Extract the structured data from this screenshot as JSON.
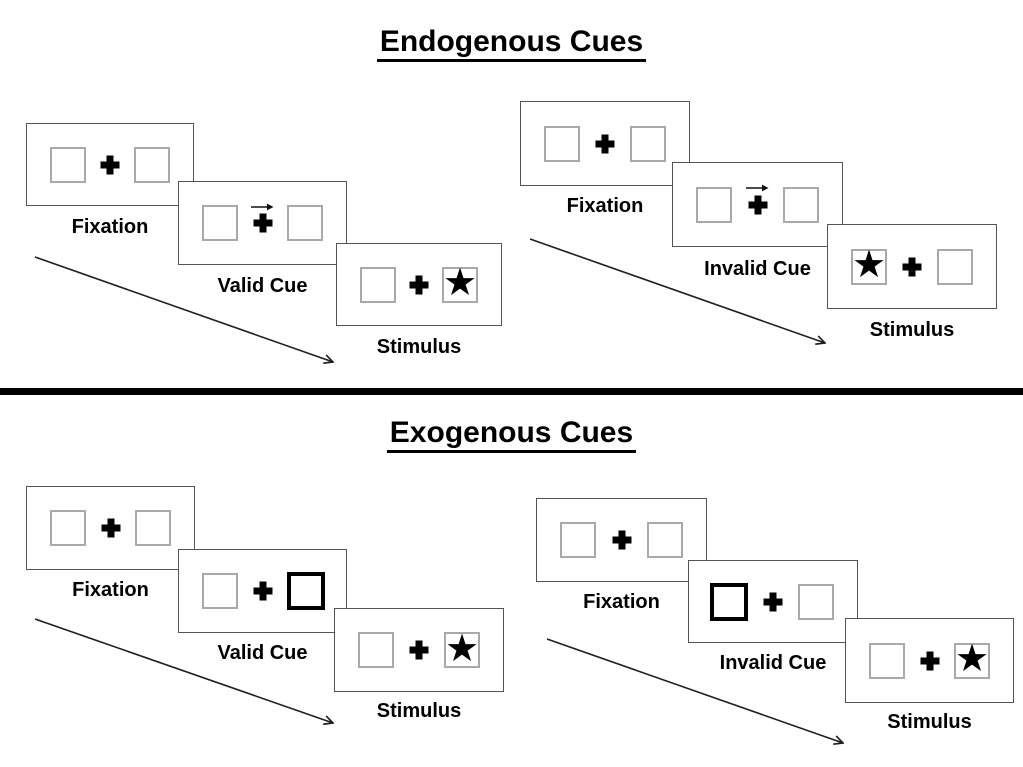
{
  "colors": {
    "background": "#ffffff",
    "text": "#000000",
    "divider": "#000000",
    "panel_border": "#545454",
    "square_border": "#a9a9a9",
    "highlight": "#000000",
    "arrow": "#1f1f1f"
  },
  "glyphs": {
    "star": "★"
  },
  "sections": [
    {
      "title": "Endogenous Cues",
      "sequences": [
        {
          "steps": [
            {
              "label": "Fixation",
              "left_box": "empty",
              "right_box": "empty",
              "center": "fixation-cross"
            },
            {
              "label": "Valid Cue",
              "left_box": "empty",
              "right_box": "empty",
              "center": "fixation-cross",
              "cue": "right-arrow"
            },
            {
              "label": "Stimulus",
              "left_box": "empty",
              "right_box": "star",
              "center": "fixation-cross"
            }
          ]
        },
        {
          "steps": [
            {
              "label": "Fixation",
              "left_box": "empty",
              "right_box": "empty",
              "center": "fixation-cross"
            },
            {
              "label": "Invalid Cue",
              "left_box": "empty",
              "right_box": "empty",
              "center": "fixation-cross",
              "cue": "right-arrow"
            },
            {
              "label": "Stimulus",
              "left_box": "star",
              "right_box": "empty",
              "center": "fixation-cross"
            }
          ]
        }
      ]
    },
    {
      "title": "Exogenous Cues",
      "sequences": [
        {
          "steps": [
            {
              "label": "Fixation",
              "left_box": "empty",
              "right_box": "empty",
              "center": "fixation-cross"
            },
            {
              "label": "Valid Cue",
              "left_box": "empty",
              "right_box": "highlighted",
              "center": "fixation-cross"
            },
            {
              "label": "Stimulus",
              "left_box": "empty",
              "right_box": "star",
              "center": "fixation-cross"
            }
          ]
        },
        {
          "steps": [
            {
              "label": "Fixation",
              "left_box": "empty",
              "right_box": "empty",
              "center": "fixation-cross"
            },
            {
              "label": "Invalid Cue",
              "left_box": "highlighted",
              "right_box": "empty",
              "center": "fixation-cross"
            },
            {
              "label": "Stimulus",
              "left_box": "empty",
              "right_box": "star",
              "center": "fixation-cross"
            }
          ]
        }
      ]
    }
  ]
}
